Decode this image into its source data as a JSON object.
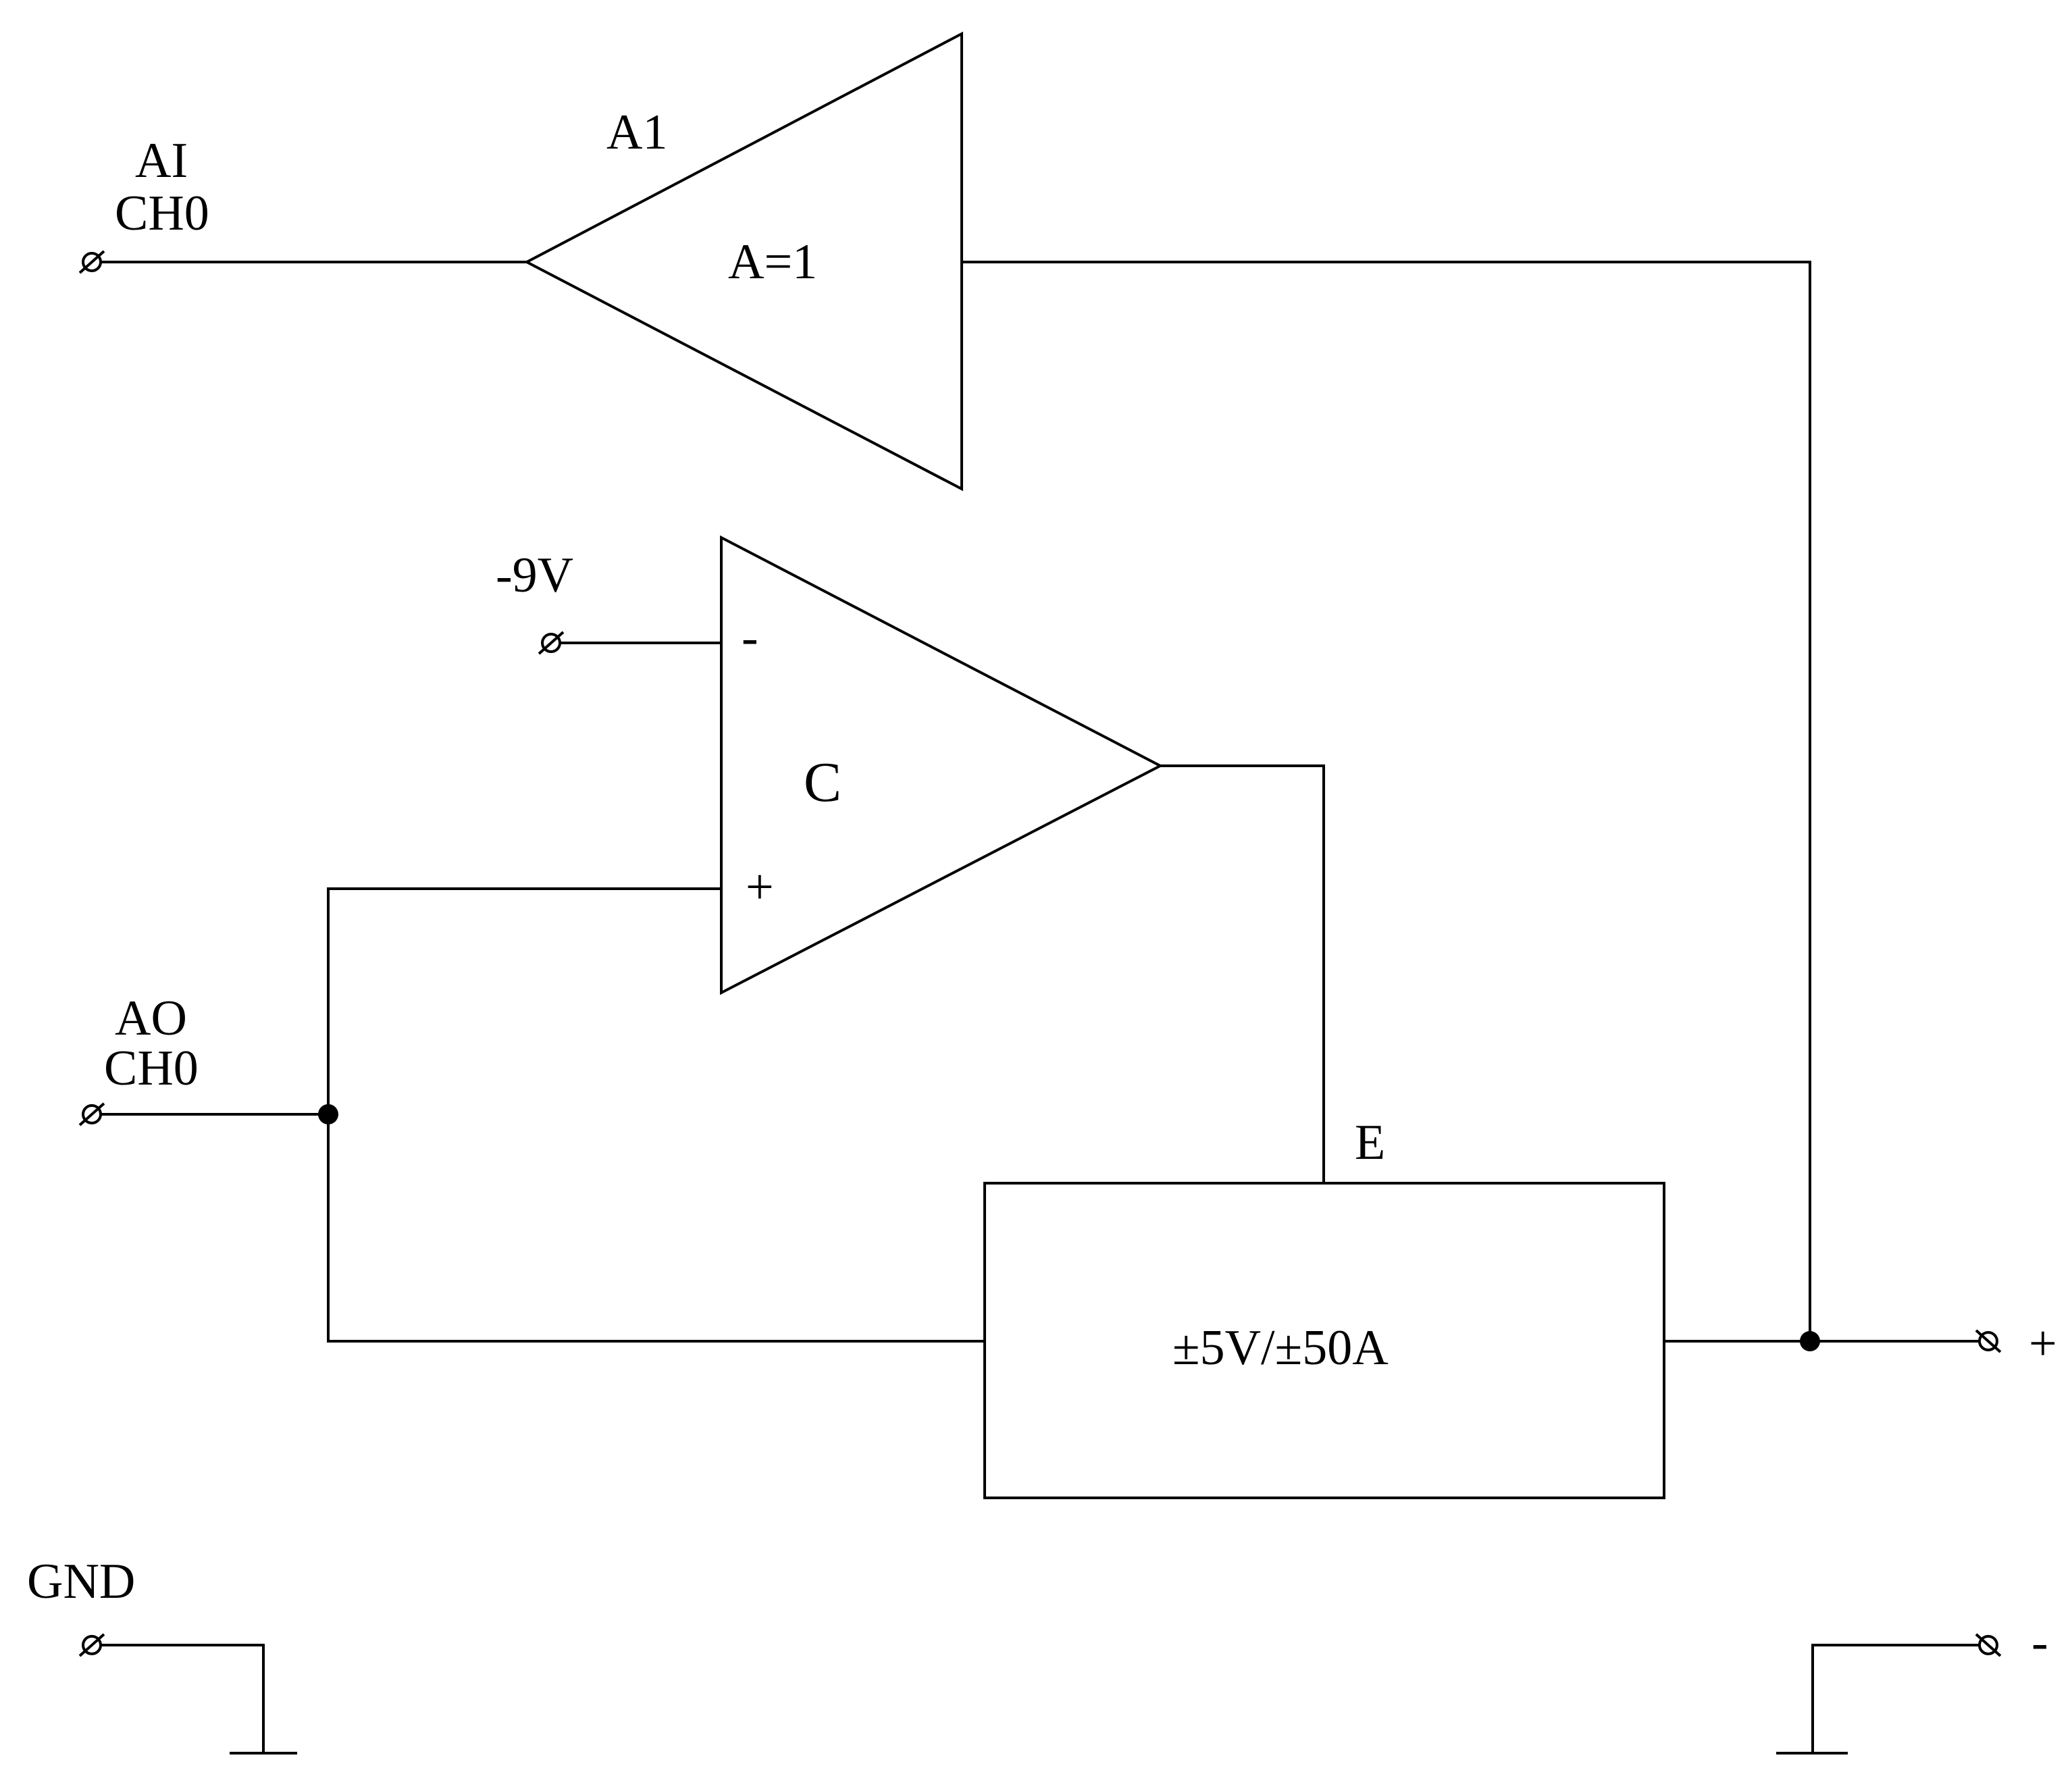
{
  "labels": {
    "ai_ch0_line1": "AI",
    "ai_ch0_line2": "CH0",
    "amp_a1_name": "A1",
    "amp_a1_gain": "A=1",
    "neg9v": "-9V",
    "comp_minus": "-",
    "comp_plus": "+",
    "comp_name": "C",
    "ao_ch0_line1": "AO",
    "ao_ch0_line2": "CH0",
    "supply_name": "E",
    "supply_rating": "±5V/±50A",
    "gnd": "GND",
    "out_plus": "+",
    "out_minus": "-"
  },
  "colors": {
    "line": "#000000",
    "background": "#ffffff"
  }
}
